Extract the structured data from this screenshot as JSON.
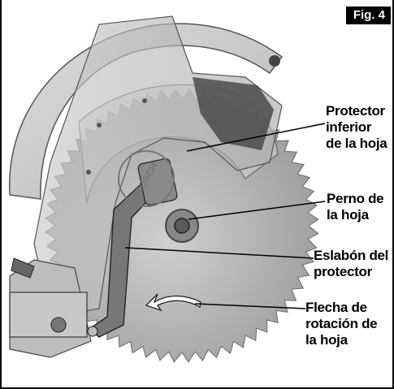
{
  "figure": {
    "badge": "Fig. 4",
    "brand_mark": "BOSCH"
  },
  "callouts": {
    "lower_blade_guard": [
      "Protector",
      "inferior",
      "de la hoja"
    ],
    "blade_bolt": [
      "Perno de",
      "la hoja"
    ],
    "guard_link": [
      "Eslabón del",
      "protector"
    ],
    "rotation_arrow": [
      "Flecha de",
      "rotación de",
      "la hoja"
    ]
  }
}
